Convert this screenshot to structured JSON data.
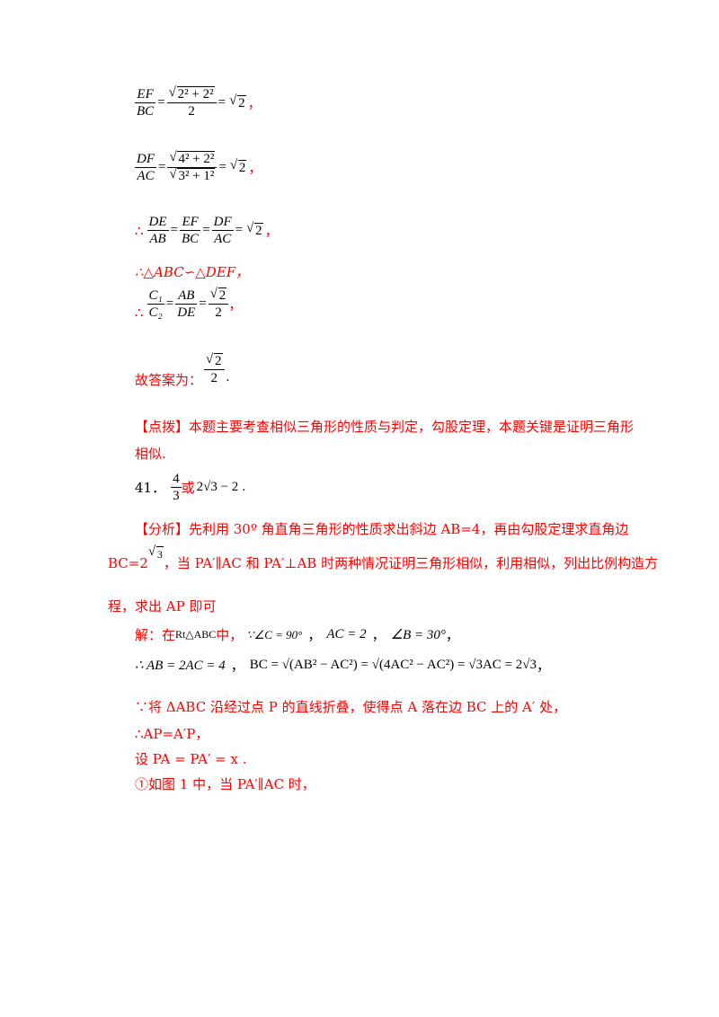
{
  "lines": {
    "ef_num": "EF",
    "ef_den": "BC",
    "ef_rnum": "2² + 2²",
    "ef_rden": "2",
    "ef_res": "2",
    "ef_comma": "，",
    "df_num": "DF",
    "df_den": "AC",
    "df_rnum": "4² + 2²",
    "df_rden": "3² + 1²",
    "df_res": "2",
    "df_comma": "，",
    "therefore1": "∴",
    "r1_num": "DE",
    "r1_den": "AB",
    "r2_num": "EF",
    "r2_den": "BC",
    "r3_num": "DF",
    "r3_den": "AC",
    "r_res": "2",
    "r_comma": "，",
    "similar": "∴△ABC∽△DEF，",
    "therefore2": "∴",
    "c_num": "C₁",
    "c_den": "C₂",
    "ab_num": "AB",
    "ab_den": "DE",
    "res_num": "2",
    "res_den": "2",
    "c_comma": "，",
    "answer_label": "故答案为：",
    "answer_num": "2",
    "answer_den": "2",
    "answer_dot": "."
  },
  "tip": {
    "line1": "【点拨】本题主要考查相似三角形的性质与判定，勾股定理，本题关键是证明三角形",
    "line2": "相似."
  },
  "q41": {
    "number": "41．",
    "frac_num": "4",
    "frac_den": "3",
    "or": "或",
    "expr": "2√3 − 2",
    "dot": "."
  },
  "analysis": {
    "line1": "【分析】先利用 30º 角直角三角形的性质求出斜边 AB=4，再由勾股定理求直角边",
    "line2_prefix": "BC=2",
    "line2_sqrt": "3",
    "line2_rest": "，当 PA′∥AC 和 PA′⊥AB 时两种情况证明三角形相似，利用相似，列出比例构造方",
    "line3": "程，求出 AP 即可"
  },
  "solution": {
    "s1_label": "解：在",
    "s1_tri": "Rt△ABC",
    "s1_mid": "中，",
    "s1_because": "∵∠C = 90°",
    "s1_ac": "AC = 2",
    "s1_b": "∠B = 30°",
    "s2_ab": "∴ AB = 2AC = 4",
    "s2_bc": "BC = √(AB² − AC²) = √(4AC² − AC²) = √3AC = 2√3",
    "s3": "∵将 ΔABC 沿经过点 P 的直线折叠，使得点 A 落在边 BC 上的 A′ 处，",
    "s4": "∴AP=A′P，",
    "s5": "设 PA = PA′ = x .",
    "s6": "①如图 1 中，当 PA′∥AC 时，"
  }
}
